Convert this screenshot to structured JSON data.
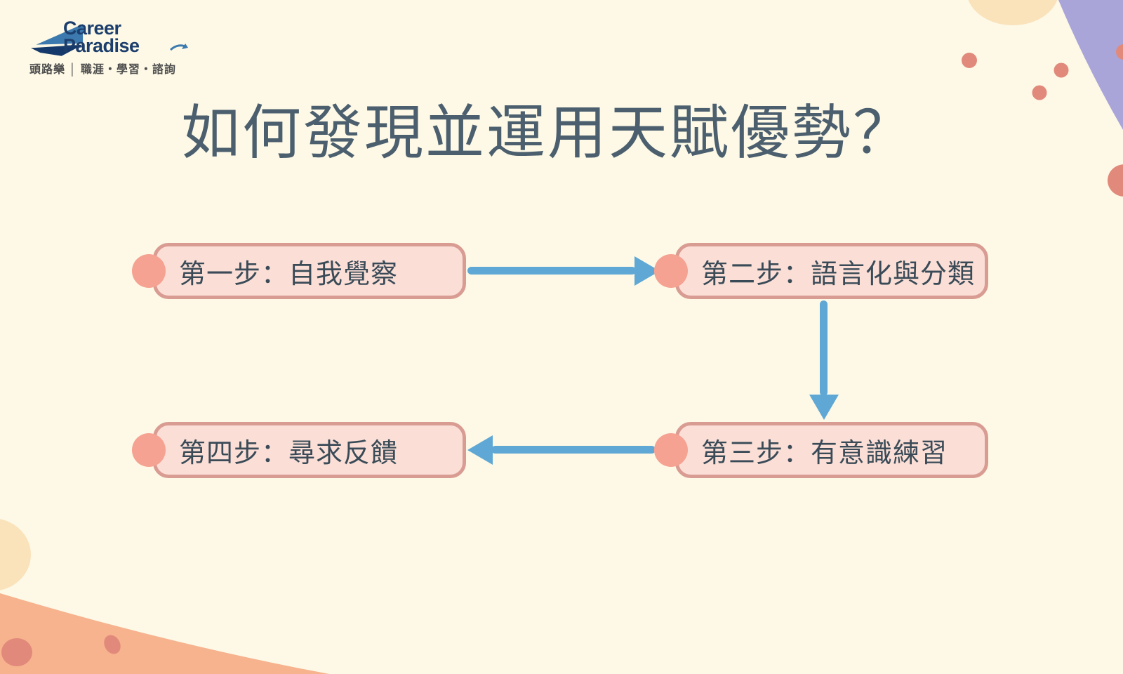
{
  "brand": {
    "line1": "Career",
    "line2": "Paradise",
    "tagline": "頭路樂 │ 職涯・學習・諮詢"
  },
  "title": "如何發現並運用天賦優勢？",
  "flow": {
    "steps": [
      {
        "id": "step-1",
        "label": "第一步：自我覺察"
      },
      {
        "id": "step-2",
        "label": "第二步：語言化與分類"
      },
      {
        "id": "step-3",
        "label": "第三步：有意識練習"
      },
      {
        "id": "step-4",
        "label": "第四步：尋求反饋"
      }
    ],
    "connections": [
      {
        "from": "step-1",
        "to": "step-2",
        "direction": "right"
      },
      {
        "from": "step-2",
        "to": "step-3",
        "direction": "down"
      },
      {
        "from": "step-3",
        "to": "step-4",
        "direction": "left"
      }
    ]
  },
  "icons": [
    "logo-sail-icon",
    "step-dot-icon",
    "arrow-right-icon",
    "arrow-down-icon",
    "arrow-left-icon"
  ],
  "colors": {
    "background": "#FDF9E6",
    "box_fill": "#FBDFD7",
    "box_border": "#D99C93",
    "dot_coral": "#F6A292",
    "arrow_blue": "#5FA8D5",
    "title_text": "#4C5F6E",
    "box_text": "#3A4B57",
    "logo_navy": "#1C3E6C",
    "decor_purple": "#A9A5D9",
    "decor_peach": "#FAE2BB",
    "decor_salmon": "#F7B28E",
    "decor_coral_dot": "#E1897B"
  }
}
